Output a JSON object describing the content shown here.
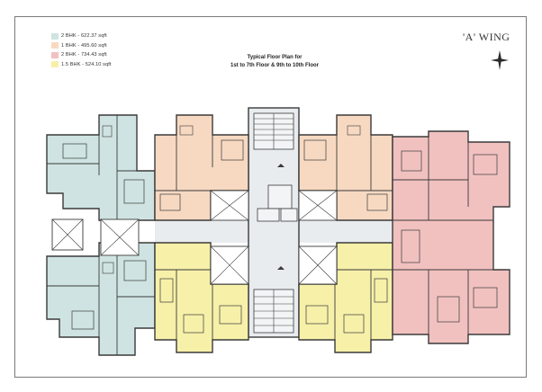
{
  "legend": [
    {
      "label": "2 BHK - 622.37 sqft",
      "color": "#cfe4e2"
    },
    {
      "label": "1 BHK - 495.60 sqft",
      "color": "#f7d9c2"
    },
    {
      "label": "2 BHK - 734.43 sqft",
      "color": "#f1c1c0"
    },
    {
      "label": "1.5 BHK - 524.10 sqft",
      "color": "#f7f0a9"
    }
  ],
  "title": {
    "line1": "Typical Floor Plan for",
    "line2": "1st to 7th Floor & 9th to 10th Floor"
  },
  "wing_label": "'A' WING",
  "colors": {
    "teal_2bhk": "#cfe4e2",
    "peach_1bhk": "#f7d9c2",
    "pink_2bhk": "#f1c1c0",
    "yellow_15bhk": "#f7f0a9",
    "common": "#e9ecef",
    "wall": "#3a3a3a"
  }
}
